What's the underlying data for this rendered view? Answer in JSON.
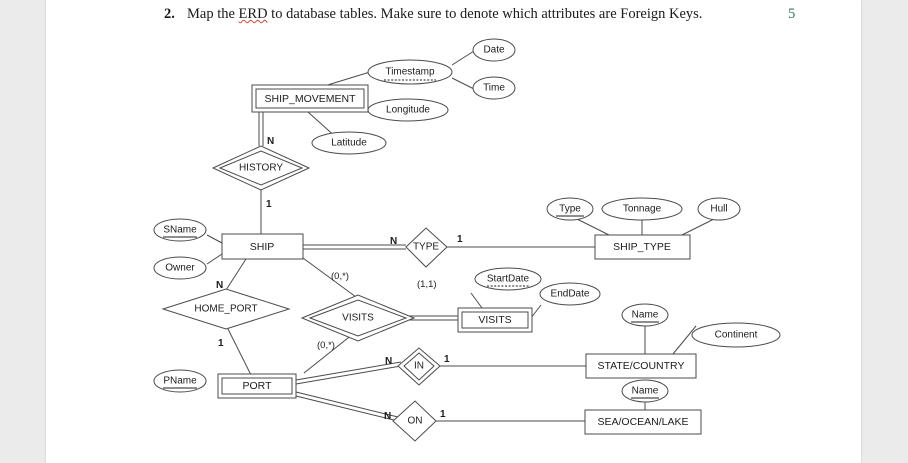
{
  "document": {
    "question_number": "2.",
    "question_text": "Map the ERD to database tables. Make sure to denote which attributes are Foreign Keys.",
    "question_text_pre": "Map the ",
    "question_text_emphasis": "ERD",
    "question_text_post": " to database tables. Make sure to denote which attributes are Foreign Keys.",
    "marks": "5",
    "marks_color": "#2f7d4f",
    "page_background": "#ebebeb",
    "sheet_background": "#ffffff"
  },
  "diagram": {
    "type": "entity-relationship-diagram",
    "notation": "chen",
    "line_color": "#4b4b4b",
    "entities": [
      {
        "id": "ship_movement",
        "label": "SHIP_MOVEMENT",
        "kind": "weak-entity"
      },
      {
        "id": "ship",
        "label": "SHIP",
        "kind": "entity"
      },
      {
        "id": "ship_type",
        "label": "SHIP_TYPE",
        "kind": "entity"
      },
      {
        "id": "visits_entity",
        "label": "VISITS",
        "kind": "weak-entity"
      },
      {
        "id": "port",
        "label": "PORT",
        "kind": "weak-entity"
      },
      {
        "id": "state_country",
        "label": "STATE/COUNTRY",
        "kind": "entity"
      },
      {
        "id": "sea_ocean_lake",
        "label": "SEA/OCEAN/LAKE",
        "kind": "entity"
      }
    ],
    "relationships": [
      {
        "id": "history",
        "label": "HISTORY",
        "kind": "identifying",
        "from": "ship_movement",
        "from_card": "N",
        "to": "ship",
        "to_card": "1"
      },
      {
        "id": "type",
        "label": "TYPE",
        "kind": "relationship",
        "from": "ship",
        "from_card": "N",
        "to": "ship_type",
        "to_card": "1"
      },
      {
        "id": "home_port",
        "label": "HOME_PORT",
        "kind": "relationship",
        "from": "ship",
        "from_card": "N",
        "to": "port",
        "to_card": "1"
      },
      {
        "id": "visits_rel",
        "label": "VISITS",
        "kind": "identifying",
        "from": "ship",
        "from_card": "(0,*)",
        "to": "port",
        "to_card": "(0,*)",
        "extra_card": "(1,1)"
      },
      {
        "id": "in",
        "label": "IN",
        "kind": "identifying",
        "from": "port",
        "from_card": "N",
        "to": "state_country",
        "to_card": "1"
      },
      {
        "id": "on",
        "label": "ON",
        "kind": "relationship",
        "from": "port",
        "from_card": "N",
        "to": "sea_ocean_lake",
        "to_card": "1"
      }
    ],
    "attributes": [
      {
        "id": "timestamp",
        "label": "Timestamp",
        "key": "partial",
        "owner": "ship_movement"
      },
      {
        "id": "date",
        "label": "Date",
        "key": "none",
        "owner": "timestamp"
      },
      {
        "id": "time",
        "label": "Time",
        "key": "none",
        "owner": "timestamp"
      },
      {
        "id": "longitude",
        "label": "Longitude",
        "key": "none",
        "owner": "ship_movement"
      },
      {
        "id": "latitude",
        "label": "Latitude",
        "key": "none",
        "owner": "ship_movement"
      },
      {
        "id": "sname",
        "label": "SName",
        "key": "primary",
        "owner": "ship"
      },
      {
        "id": "owner_attr",
        "label": "Owner",
        "key": "none",
        "owner": "ship"
      },
      {
        "id": "type_attr",
        "label": "Type",
        "key": "primary",
        "owner": "ship_type"
      },
      {
        "id": "tonnage",
        "label": "Tonnage",
        "key": "none",
        "owner": "ship_type"
      },
      {
        "id": "hull",
        "label": "Hull",
        "key": "none",
        "owner": "ship_type"
      },
      {
        "id": "startdate",
        "label": "StartDate",
        "key": "partial",
        "owner": "visits_entity"
      },
      {
        "id": "enddate",
        "label": "EndDate",
        "key": "none",
        "owner": "visits_entity"
      },
      {
        "id": "pname",
        "label": "PName",
        "key": "primary",
        "owner": "port"
      },
      {
        "id": "sc_name",
        "label": "Name",
        "key": "primary",
        "owner": "state_country"
      },
      {
        "id": "continent",
        "label": "Continent",
        "key": "none",
        "owner": "state_country"
      },
      {
        "id": "sol_name",
        "label": "Name",
        "key": "primary",
        "owner": "sea_ocean_lake"
      }
    ],
    "cardinality_markers": {
      "history_n": "N",
      "history_1": "1",
      "type_n": "N",
      "type_1": "1",
      "home_port_n": "N",
      "home_port_1": "1",
      "visits_ship": "(0,*)",
      "visits_port": "(0,*)",
      "visits_entity_card": "(1,1)",
      "in_n": "N",
      "in_1": "1",
      "on_n": "N",
      "on_1": "1"
    }
  }
}
